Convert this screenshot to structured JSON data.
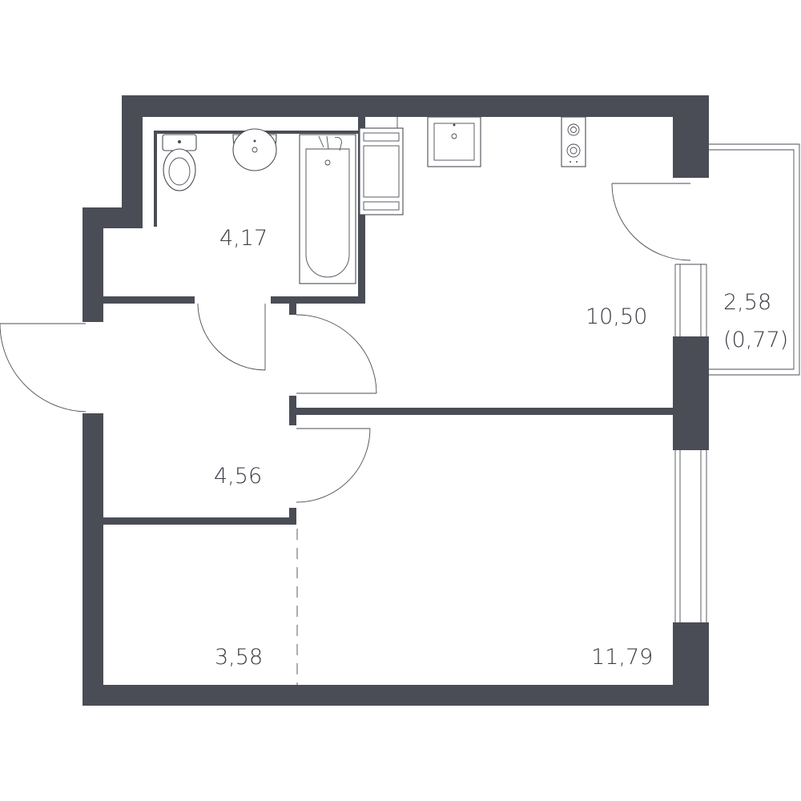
{
  "rooms": {
    "bathroom_area": "4,17",
    "kitchen_area": "10,50",
    "hall_area": "4,56",
    "storage_area": "3,58",
    "living_area": "11,79",
    "balcony_area": "2,58",
    "balcony_reduced_area": "(0,77)"
  },
  "colors": {
    "wall": "#4a4d55",
    "background": "#ffffff"
  }
}
